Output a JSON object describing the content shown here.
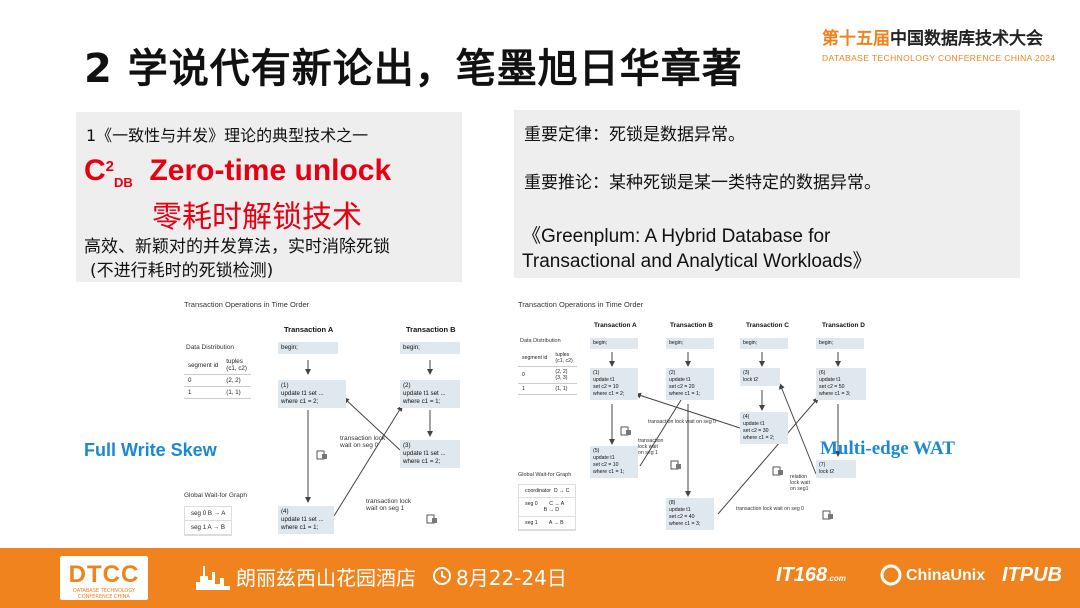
{
  "slide": {
    "title": "2 学说代有新论出，笔墨旭日华章著"
  },
  "conference": {
    "name_accent": "第十五届",
    "name_rest": "中国数据库技术大会",
    "subtitle": "DATABASE TECHNOLOGY CONFERENCE CHINA 2024"
  },
  "left_panel": {
    "line1": "1《一致性与并发》理论的典型技术之一",
    "c2db_c": "C",
    "c2db_sup": "2",
    "c2db_sub": "DB",
    "c2db_rest": "Zero-time unlock",
    "cn_title": "零耗时解锁技术",
    "line3": "高效、新颖对的并发算法，实时消除死锁",
    "line4": "(不进行耗时的死锁检测)"
  },
  "right_panel": {
    "law": "重要定律：死锁是数据异常。",
    "corollary": "重要推论：某种死锁是某一类特定的数据异常。",
    "paper_line1": "《Greenplum: A Hybrid Database for",
    "paper_line2": "Transactional and Analytical Workloads》"
  },
  "diagram_left": {
    "title": "Transaction Operations in Time Order",
    "txn_a": "Transaction A",
    "txn_b": "Transaction B",
    "data_dist": "Data Distribution",
    "col1": "segment id",
    "col2": "tuples\n(c1, c2)",
    "rows": [
      [
        "0",
        "(2, 2)"
      ],
      [
        "1",
        "(1, 1)"
      ]
    ],
    "a_begin": "begin;",
    "b_begin": "begin;",
    "a1": "(1)\nupdate t1 set ...\nwhere c1 = 2;",
    "b2": "(2)\nupdate t1 set ...\nwhere c1 = 1;",
    "b3": "(3)\nupdate t1 set ...\nwhere c1 = 2;",
    "a4": "(4)\nupdate t1 set ...\nwhere c1 = 1;",
    "lock_wait0": "transaction lock\nwait on seg 0",
    "lock_wait1": "transaction lock\nwait on seg 1",
    "wfg_title": "Global Wait-for Graph",
    "wfg": [
      "seg 0   B → A",
      "seg 1   A → B"
    ],
    "label": "Full Write Skew"
  },
  "diagram_right": {
    "title": "Transaction Operations in Time Order",
    "txn_a": "Transaction A",
    "txn_b": "Transaction B",
    "txn_c": "Transaction C",
    "txn_d": "Transaction D",
    "data_dist": "Data Distribution",
    "col1": "segment id",
    "col2": "tuples\n(c1, c2)",
    "rows": [
      [
        "0",
        "(2, 2)\n(3, 3)"
      ],
      [
        "1",
        "(1, 1)"
      ]
    ],
    "begin": "begin;",
    "a1": "(1)\nupdate t1\nset c2 = 10\nwhere c1 = 2;",
    "b2": "(2)\nupdate t1\nset c2 = 20\nwhere c1 = 1;",
    "c3": "(3)\nlock t2",
    "d6": "(6)\nupdate t1\nset c2 = 50\nwhere c1 = 3;",
    "c4": "(4)\nupdate t1\nset c2 = 30\nwhere c1 = 2;",
    "a5": "(5)\nupdate t1\nset c2 = 10\nwhere c1 = 1;",
    "d7": "(7)\nlock t2",
    "b8": "(8)\nupdate t1\nset c2 = 40\nwhere c1 = 3;",
    "w_seg0": "transaction lock wait on seg 0",
    "w_seg1": "transaction\nlock wait\non seg 1",
    "w_rel": "relation\nlock wait\non seg1",
    "w_seg0b": "transaction lock wait on seg 0",
    "wfg_title": "Global Wait-for Graph",
    "wfg": [
      "coordinator  D → C",
      "seg 0        C → A\n             B → D",
      "seg 1        A → B"
    ],
    "label": "Multi-edge WAT"
  },
  "footer": {
    "logo": "DTCC",
    "logo_sub": "DATABASE TECHNOLOGY CONFERENCE CHINA",
    "venue": "朗丽兹西山花园酒店",
    "date": "8月22-24日",
    "sponsor1": "IT168",
    "sponsor1_sub": ".com",
    "sponsor2": "ChinaUnix",
    "sponsor3": "ITPUB"
  },
  "colors": {
    "accent": "#f0831d",
    "red": "#e60012",
    "blue": "#1a88d8"
  }
}
